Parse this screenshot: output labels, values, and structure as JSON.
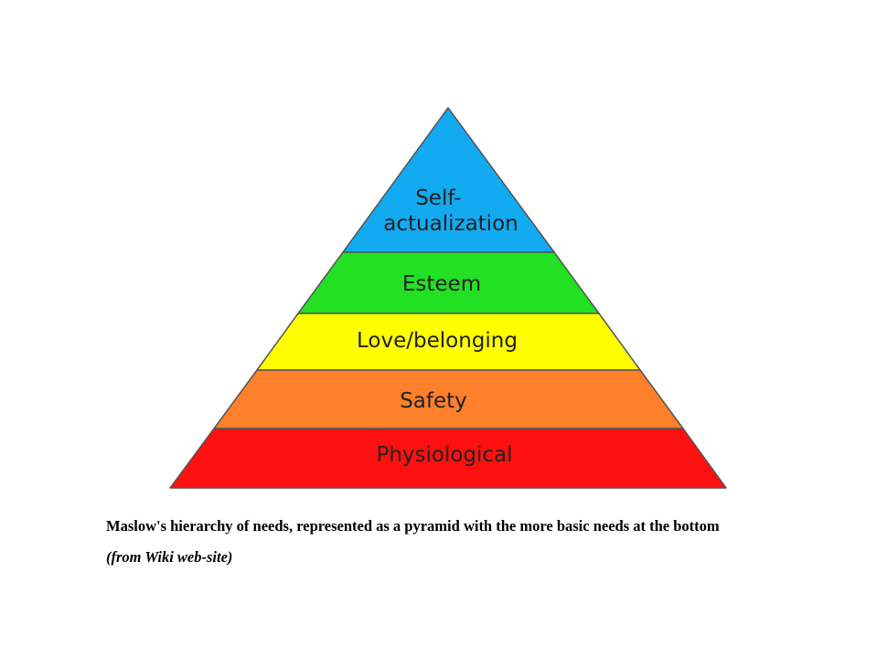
{
  "diagram": {
    "type": "pyramid",
    "tiers": [
      {
        "lines": [
          "Self-",
          "actualization"
        ],
        "color": "#12aaf0"
      },
      {
        "lines": [
          "Esteem"
        ],
        "color": "#22e022"
      },
      {
        "lines": [
          "Love/belonging"
        ],
        "color": "#ffff00"
      },
      {
        "lines": [
          "Safety"
        ],
        "color": "#ff7f2a"
      },
      {
        "lines": [
          "Physiological"
        ],
        "color": "#ff1010"
      }
    ],
    "outline_color": "#555555"
  },
  "caption": {
    "main": "Maslow's hierarchy of needs, represented as a pyramid with the more basic needs at the bottom",
    "source": "(from Wiki web-site)"
  }
}
